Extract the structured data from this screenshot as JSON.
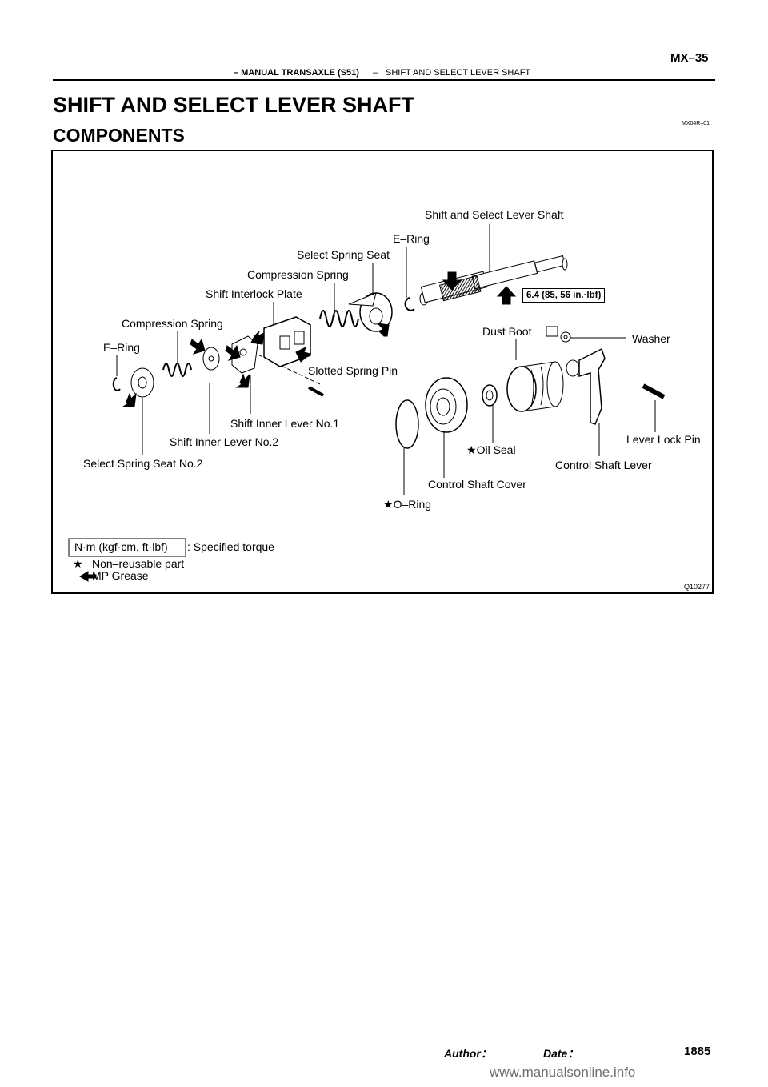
{
  "header": {
    "page_number": "MX–35",
    "section": "– MANUAL TRANSAXLE (S51)",
    "separator": "–",
    "subsection": "SHIFT AND SELECT LEVER SHAFT"
  },
  "title": "SHIFT AND SELECT LEVER SHAFT",
  "reference_code": "MX04R–01",
  "subtitle": "COMPONENTS",
  "diagram": {
    "figure_id": "Q10277",
    "labels": {
      "shift_select_lever_shaft": "Shift and Select Lever Shaft",
      "e_ring_top": "E–Ring",
      "select_spring_seat": "Select Spring Seat",
      "compression_spring_top": "Compression Spring",
      "shift_interlock_plate": "Shift Interlock Plate",
      "compression_spring_left": "Compression Spring",
      "e_ring_left": "E–Ring",
      "torque_value": "6.4 (85, 56 in.·lbf)",
      "dust_boot": "Dust Boot",
      "washer": "Washer",
      "slotted_spring_pin": "Slotted Spring Pin",
      "shift_inner_lever_no1": "Shift Inner Lever No.1",
      "shift_inner_lever_no2": "Shift Inner Lever No.2",
      "lever_lock_pin": "Lever Lock Pin",
      "oil_seal": "Oil Seal",
      "select_spring_seat_no2": "Select Spring Seat No.2",
      "control_shaft_lever": "Control Shaft Lever",
      "control_shaft_cover": "Control Shaft Cover",
      "o_ring": "O–Ring"
    },
    "legend": {
      "torque_box": "N·m (kgf·cm, ft·lbf)",
      "torque_text": ": Specified torque",
      "non_reusable": "Non–reusable part",
      "grease": "MP Grease"
    }
  },
  "footer": {
    "author_label": "Author：",
    "date_label": "Date：",
    "page_total": "1885",
    "watermark": "www.manualsonline.info"
  }
}
